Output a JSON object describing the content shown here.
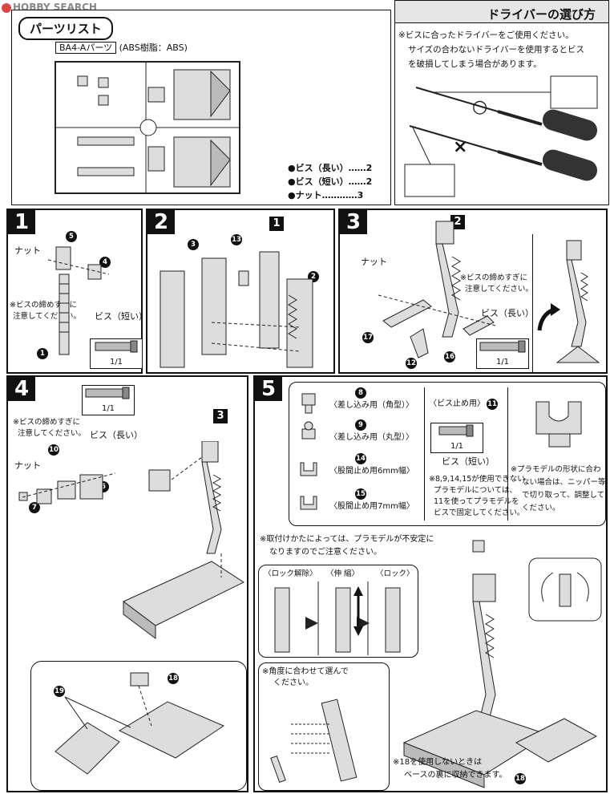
{
  "header": {
    "logo_text": "HOBBY SEARCH",
    "title": "パーツリスト"
  },
  "parts_list": {
    "runner_label": "BA4-Aパーツ",
    "material": "(ABS樹脂：ABS)",
    "counts": [
      {
        "name": "●ビス（長い）",
        "qty": "……2"
      },
      {
        "name": "●ビス（短い）",
        "qty": "……2"
      },
      {
        "name": "●ナット",
        "qty": "…………3"
      }
    ]
  },
  "driver": {
    "title": "ドライバーの選び方",
    "line1": "※ビスに合ったドライバーをご使用ください。",
    "line2": "サイズの合わないドライバーを使用するとビス",
    "line3": "を破損してしまう場合があります。",
    "ok_mark": "○",
    "ng_mark": "×"
  },
  "step1": {
    "num": "1",
    "nut": "ナット",
    "warn1": "※ビスの締めすぎに",
    "warn2": "注意してください。",
    "screw": "ビス（短い）",
    "scale": "1/1",
    "parts": [
      "5",
      "4",
      "1"
    ]
  },
  "step2": {
    "num": "2",
    "parts": [
      "3",
      "13",
      "1",
      "2"
    ]
  },
  "step3": {
    "num": "3",
    "nut": "ナット",
    "warn1": "※ビスの締めすぎに",
    "warn2": "注意してください。",
    "screw": "ビス（長い）",
    "scale": "1/1",
    "ref": "2",
    "parts": [
      "17",
      "12",
      "16"
    ]
  },
  "step4": {
    "num": "4",
    "warn1": "※ビスの締めすぎに",
    "warn2": "注意してください。",
    "screw": "ビス（長い）",
    "nut": "ナット",
    "scale": "1/1",
    "ref": "3",
    "parts": [
      "10",
      "6",
      "7",
      "18",
      "19"
    ]
  },
  "step5": {
    "num": "5",
    "items": [
      {
        "n": "8",
        "label": "〈差し込み用（角型）〉"
      },
      {
        "n": "9",
        "label": "〈差し込み用（丸型）〉"
      },
      {
        "n": "14",
        "label": "〈股間止め用6mm幅〉"
      },
      {
        "n": "15",
        "label": "〈股間止め用7mm幅〉"
      }
    ],
    "screw_stop": "〈ビス止め用〉",
    "screw_stop_part": "11",
    "screw_short": "ビス（短い）",
    "scale": "1/1",
    "note1": "※8,9,14,15が使用できない",
    "note2": "プラモデルについては、",
    "note3": "11を使ってプラモデルを",
    "note4": "ビスで固定してください。",
    "cut1": "※プラモデルの形状に合わ",
    "cut2": "ない場合は、ニッパー等",
    "cut3": "で切り取って、調整して",
    "cut4": "ください。",
    "stable1": "※取付けかたによっては、プラモデルが不安定に",
    "stable2": "なりますのでご注意ください。",
    "lock_release": "〈ロック解除〉",
    "extend": "〈伸 縮〉",
    "lock": "〈ロック〉",
    "angle1": "※角度に合わせて選んで",
    "angle2": "ください。",
    "store1": "※18を使用しないときは",
    "store2": "ベースの裏に収納できます。",
    "store_part": "18"
  }
}
